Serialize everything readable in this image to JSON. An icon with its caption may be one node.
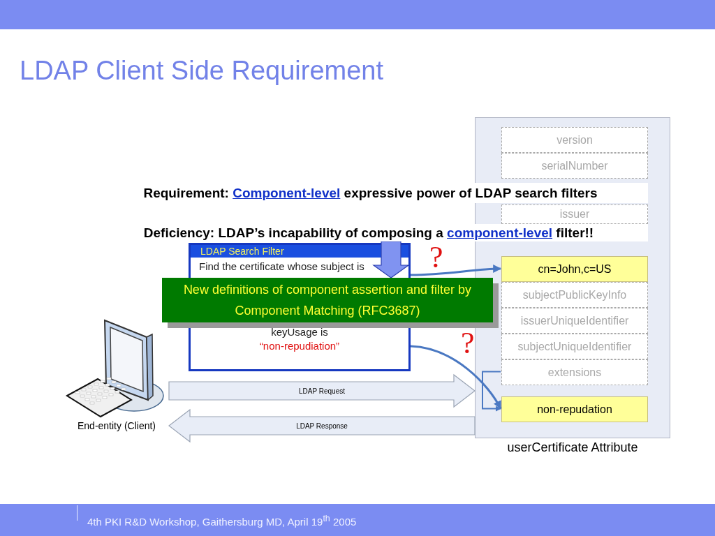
{
  "diagram": {
    "title": "LDAP Client Side Requirement",
    "nodes": [
      {
        "text": [
          "Requirement:",
          "Component-level",
          "expressive power of LDAP search filters"
        ]
      },
      {
        "text": [
          "Deficiency: LDAP’s incapability of composing a",
          "component-level",
          "filter!!"
        ]
      },
      {
        "text": [
          "LDAP Search Filter",
          "Find the certificate whose subject is",
          "keyUsage is",
          "“non-repudiation”"
        ]
      },
      {
        "text": [
          "New definitions of component assertion and filter by Component Matching (RFC3687)"
        ]
      },
      {
        "text": [],
        "shape": "picture",
        "beside": [
          "End-entity (Client)"
        ]
      },
      {
        "text": [
          "userCertificate Attribute"
        ]
      },
      {
        "text": [
          "version"
        ],
        "in": 5
      },
      {
        "text": [
          "serialNumber"
        ],
        "in": 5
      },
      {
        "text": [
          "issuer"
        ],
        "in": 5
      },
      {
        "text": [
          "cn=John,c=US"
        ],
        "in": 5
      },
      {
        "text": [
          "subjectPublicKeyInfo"
        ],
        "in": 5
      },
      {
        "text": [
          "issuerUniqueIdentifier"
        ],
        "in": 5
      },
      {
        "text": [
          "subjectUniqueIdentifier"
        ],
        "in": 5
      },
      {
        "text": [
          "extensions"
        ],
        "in": 5
      },
      {
        "text": [
          "non-repudation"
        ],
        "in": 5
      }
    ],
    "edges": [
      {
        "from": 1,
        "to": 3,
        "arrow": "to",
        "style": "thick",
        "color": "#8093f1"
      },
      {
        "from": 2,
        "to": 9,
        "arrow": "to"
      },
      {
        "from": 2,
        "to": 14,
        "arrow": "to"
      },
      {
        "from": 13,
        "to": 14,
        "arrow": "to"
      },
      {
        "from": 4,
        "to": 5,
        "arrow": "to",
        "label": "LDAP Request",
        "style": "thick",
        "color": "#e8edf7"
      },
      {
        "from": 5,
        "to": 4,
        "arrow": "to",
        "label": "LDAP Response",
        "style": "thick",
        "color": "#e8edf7"
      }
    ],
    "labels": [
      "?",
      "?",
      "4th PKI R&D Workshop, Gaithersburg MD, April 19$^{th}$ 2005"
    ]
  }
}
